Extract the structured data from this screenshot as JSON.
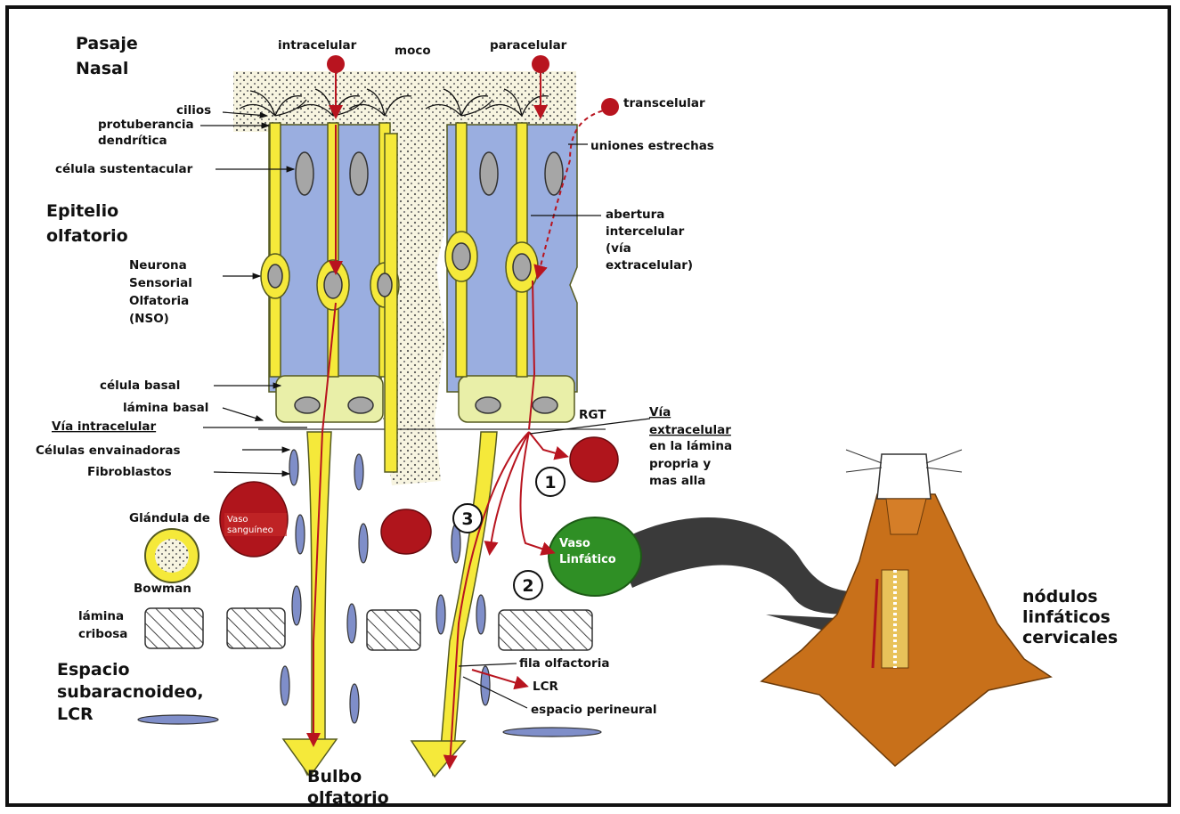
{
  "labels": {
    "pasaje_1": "Pasaje",
    "pasaje_2": "Nasal",
    "intracelular": "intracelular",
    "moco": "moco",
    "paracelular": "paracelular",
    "transcelular": "transcelular",
    "cilios": "cilios",
    "protuberancia_1": "protuberancia",
    "protuberancia_2": "dendrítica",
    "celula_sustentacular": "célula sustentacular",
    "uniones_estrechas": "uniones estrechas",
    "epitelio_1": "Epitelio",
    "epitelio_2": "olfatorio",
    "abertura_1": "abertura",
    "abertura_2": "intercelular",
    "abertura_3": "(vía",
    "abertura_4": "extracelular)",
    "neurona_1": "Neurona",
    "neurona_2": "Sensorial",
    "neurona_3": "Olfatoria",
    "neurona_4": "(NSO)",
    "celula_basal": "célula basal",
    "lamina_basal": "lámina basal",
    "via_intracelular": "Vía intracelular",
    "rgt": "RGT",
    "via_extra_1": "Vía",
    "via_extra_2": "extracelular",
    "via_extra_3": "en la lámina",
    "via_extra_4": "propria y",
    "via_extra_5": "mas alla",
    "celulas_envainadoras": "Células envainadoras",
    "fibroblastos": "Fibroblastos",
    "glandula_1": "Glándula de",
    "glandula_2": "Bowman",
    "vaso_sang_1": "Vaso",
    "vaso_sang_2": "sanguíneo",
    "vaso_linf_1": "Vaso",
    "vaso_linf_2": "Linfático",
    "num_1": "1",
    "num_2": "2",
    "num_3": "3",
    "lamina_cribosa_1": "lámina",
    "lamina_cribosa_2": "cribosa",
    "espacio_1": "Espacio",
    "espacio_2": "subaracnoideo,",
    "espacio_3": "LCR",
    "fila_olfactoria": "fila olfactoria",
    "lcr": "LCR",
    "espacio_perineural": "espacio perineural",
    "bulbo_1": "Bulbo",
    "bulbo_2": "olfatorio",
    "nodulos_1": "nódulos",
    "nodulos_2": "linfáticos",
    "nodulos_3": "cervicales"
  },
  "colors": {
    "neuron_yellow": "#f5e93a",
    "neuron_outline": "#555a20",
    "sustentacular_blue": "#9aaee0",
    "basal_cell": "#e9efa8",
    "pathway_red": "#b8141f",
    "blood_vessel": "#b0151c",
    "lymph_vessel": "#2f8f25",
    "lymph_duct": "#3a3a3a",
    "ensheathing_cell": "#7f8ec9",
    "rat_orange": "#c8701a"
  }
}
